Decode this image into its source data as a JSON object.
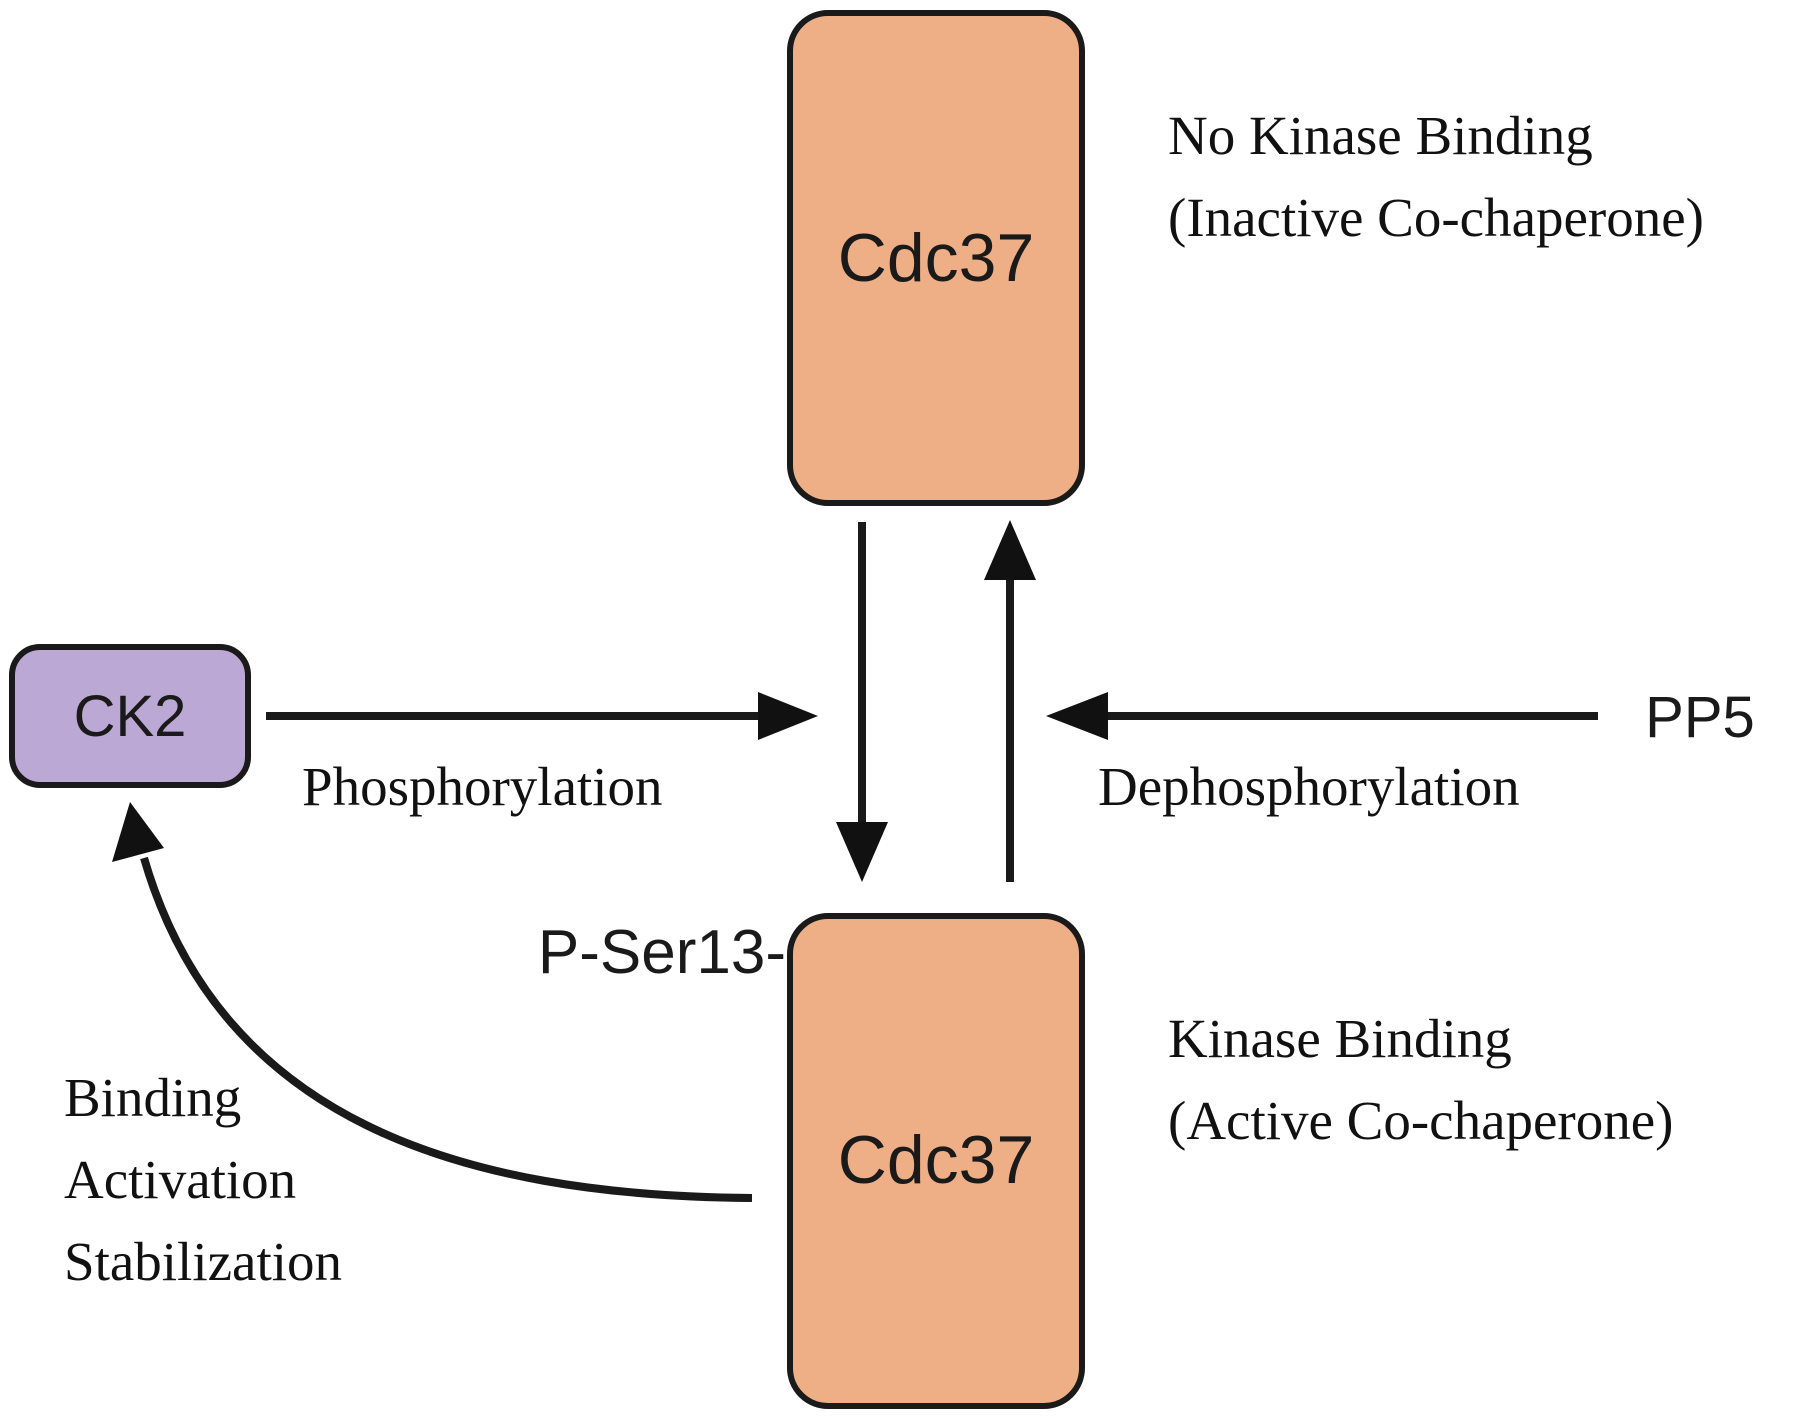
{
  "colors": {
    "cdc37_fill": "#eeaf87",
    "ck2_fill": "#bba8d4",
    "stroke": "#1a1a1a"
  },
  "nodes": {
    "cdc37_top": "Cdc37",
    "cdc37_bottom": "Cdc37",
    "ck2": "CK2",
    "pp5": "PP5",
    "phospho_site": "P-Ser13-"
  },
  "labels": {
    "phosphorylation": "Phosphorylation",
    "dephosphorylation": "Dephosphorylation",
    "inactive_state": [
      "No Kinase Binding",
      "(Inactive Co-chaperone)"
    ],
    "active_state": [
      "Kinase Binding",
      "(Active Co-chaperone)"
    ],
    "feedback": [
      "Binding",
      "Activation",
      "Stabilization"
    ]
  }
}
